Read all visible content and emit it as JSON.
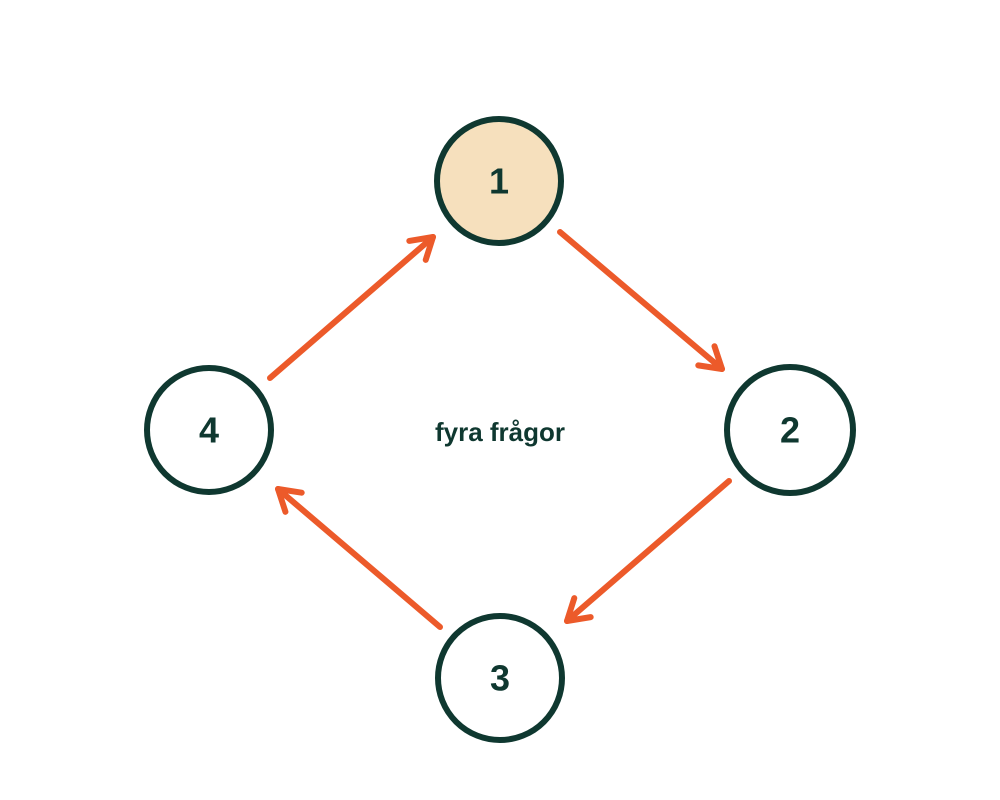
{
  "diagram": {
    "center_label": "fyra frågor",
    "colors": {
      "outline": "#0f3830",
      "text": "#0f3830",
      "arrow": "#ec5a2a",
      "highlight_fill": "#f6e0bd",
      "node_fill": "#ffffff"
    },
    "nodes": [
      {
        "id": "n1",
        "label": "1",
        "highlighted": true
      },
      {
        "id": "n2",
        "label": "2",
        "highlighted": false
      },
      {
        "id": "n3",
        "label": "3",
        "highlighted": false
      },
      {
        "id": "n4",
        "label": "4",
        "highlighted": false
      }
    ],
    "edges": [
      {
        "from": "n1",
        "to": "n2"
      },
      {
        "from": "n2",
        "to": "n3"
      },
      {
        "from": "n3",
        "to": "n4"
      },
      {
        "from": "n4",
        "to": "n1"
      }
    ]
  }
}
